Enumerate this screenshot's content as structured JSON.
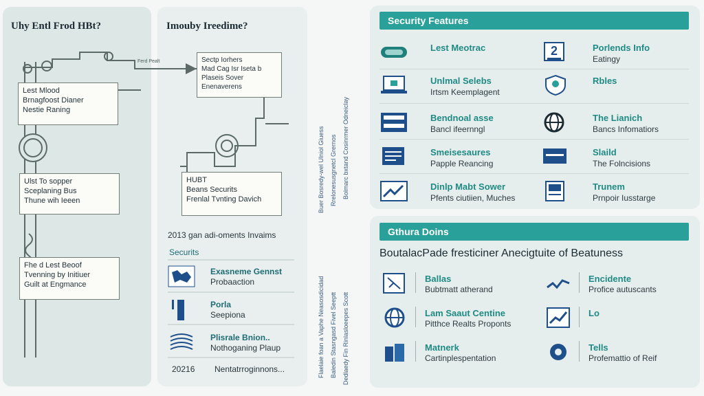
{
  "panel1": {
    "title": "Uhy Entl Frod HBt?",
    "boxes": [
      {
        "lines": [
          "Lest Mlood",
          "Brnagfoost Dianer",
          "Nestie Raning"
        ]
      },
      {
        "lines": [
          "Ulst To sopper",
          "Sceplaning Bus",
          "Thune wih Ieeen"
        ]
      },
      {
        "lines": [
          "Fhe d Lest Beoof",
          "Tvenning by Initiuer",
          "Guilt at Engmance"
        ]
      }
    ]
  },
  "panel2": {
    "title": "Imouby Ireedime?",
    "arrow_label": "Ferd Pealt",
    "boxes": [
      {
        "lines": [
          "Sectp Iorhers",
          "Mad Cag Isr Iseta b",
          "Plaseis Sover",
          "Enenaverens"
        ]
      },
      {
        "lines": [
          "HUBT",
          "Beans Securits",
          "Frenlal Tvnting Davich"
        ]
      }
    ],
    "caption": "2013 gan adi-oments Invaims",
    "list_header": "Securits",
    "list": [
      {
        "title": "Exasneme Gennst",
        "sub": "Probaaction",
        "icon": "map-icon"
      },
      {
        "title": "Porla",
        "sub": "Seepiona",
        "icon": "column-icon"
      },
      {
        "title": "Plisrale Bnion..",
        "sub": "Nothoganing Plaup",
        "icon": "fingerprint-icon"
      }
    ],
    "footer": {
      "year": "20216",
      "text": "Nentatrroginnons..."
    }
  },
  "vertical_text": [
    "Buer Bosredy-wel Ulniol Giuess",
    "Rrelonesusgnetcl Grernos",
    "Bolmarc bxtand Cosinrmer Odneiclay",
    "Flaelaie foan a Vaphe Neasosdicidad",
    "Baledin Stasngasd Fivel Seeptt",
    "Dedlaedy Fin Rinlasloeepes Scott"
  ],
  "security": {
    "header": "Security Features",
    "items": [
      {
        "title": "Lest Meotrac",
        "sub": "",
        "icon": "card-icon"
      },
      {
        "title": "Porlends Info",
        "sub": "Eatingy",
        "icon": "person-badge-icon"
      },
      {
        "title": "Unlmal Selebs",
        "sub": "Irtsm Keemplagent",
        "icon": "laptop-icon"
      },
      {
        "title": "Rbles",
        "sub": "",
        "icon": "shield-icon"
      },
      {
        "title": "Bendnoal asse",
        "sub": "Bancl ifeernngl",
        "icon": "server-icon"
      },
      {
        "title": "The Lianich",
        "sub": "Bancs Infomatiors",
        "icon": "globe-icon"
      },
      {
        "title": "Smeisesaures",
        "sub": "Papple Reancing",
        "icon": "screen-icon"
      },
      {
        "title": "Slaild",
        "sub": "The Folncisions",
        "icon": "monitor-icon"
      },
      {
        "title": "Dinlp Mabt Sower",
        "sub": "Pfents ciutiien, Muches",
        "icon": "trend-icon"
      },
      {
        "title": "Trunem",
        "sub": "Prnpoir Iusstarge",
        "icon": "document-icon"
      }
    ]
  },
  "details": {
    "header": "Gthura Doins",
    "subtitle": "BoutalacPade fresticiner Anecigtuite of Beatuness",
    "items": [
      {
        "title": "Ballas",
        "sub": "Bubtmatt atherand",
        "icon": "map-pin-icon"
      },
      {
        "title": "Encidente",
        "sub": "Profice autuscants",
        "icon": "line-chart-icon"
      },
      {
        "title": "Lam Saaut Centine",
        "sub": "Pitthce Realts Proponts",
        "icon": "globe-icon"
      },
      {
        "title": "Lo",
        "sub": "",
        "icon": "growth-chart-icon"
      },
      {
        "title": "Matnerk",
        "sub": "Cartinplespentation",
        "icon": "buildings-icon"
      },
      {
        "title": "Tells",
        "sub": "Profemattio of Reif",
        "icon": "gear-icon"
      }
    ]
  },
  "colors": {
    "accent": "#2aa09a",
    "navy": "#1f4f8a",
    "teal_text": "#1f8a84"
  }
}
